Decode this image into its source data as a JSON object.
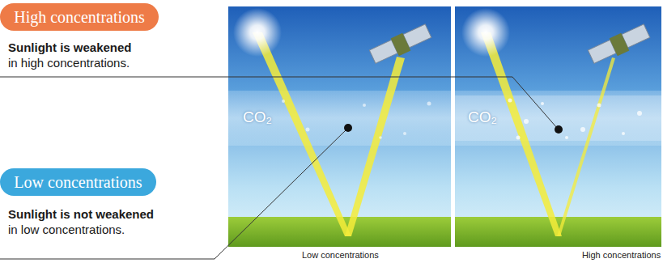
{
  "diagram": {
    "nodes": [
      {
        "text": [
          "High concentrations"
        ]
      },
      {
        "text": [
          "Low concentrations"
        ]
      }
    ],
    "labels": [
      "Sunlight is weakened",
      "in high concentrations.",
      "Sunlight is not weakened",
      "in low concentrations.",
      "CO₂",
      "CO₂",
      "Low concentrations",
      "High concentrations"
    ]
  }
}
